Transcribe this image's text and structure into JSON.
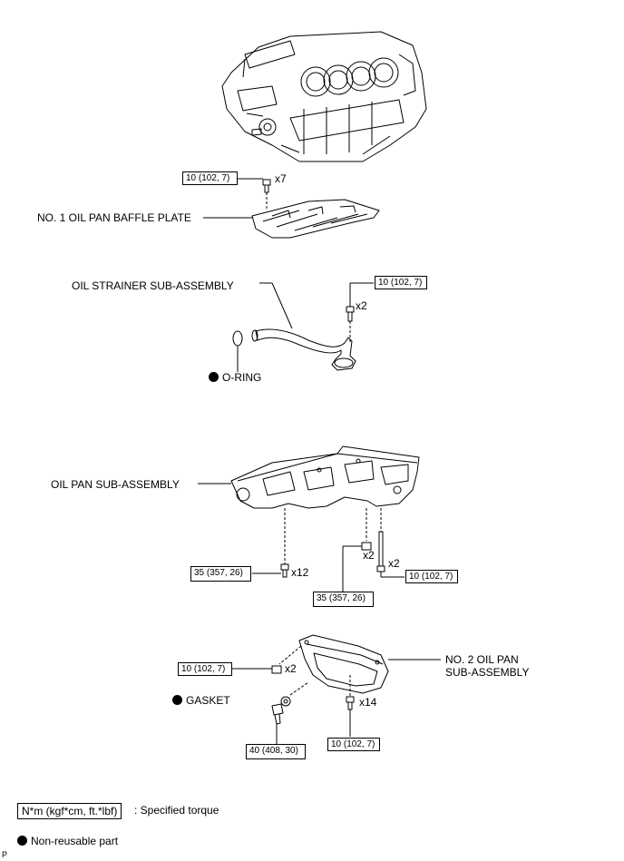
{
  "labels": {
    "baffle_plate": "NO. 1 OIL PAN BAFFLE PLATE",
    "oil_strainer": "OIL STRAINER SUB-ASSEMBLY",
    "o_ring": "O-RING",
    "oil_pan": "OIL PAN SUB-ASSEMBLY",
    "oil_pan_no2_line1": "NO. 2 OIL PAN",
    "oil_pan_no2_line2": "SUB-ASSEMBLY",
    "gasket": "GASKET"
  },
  "torques": {
    "baffle": "10 (102, 7)",
    "strainer": "10 (102, 7)",
    "pan_left": "35 (357, 26)",
    "pan_mid": "35 (357, 26)",
    "pan_right": "10 (102, 7)",
    "pan2_left": "10 (102, 7)",
    "drain_plug": "40 (408, 30)",
    "pan2_bottom": "10 (102, 7)"
  },
  "quantities": {
    "baffle": "x7",
    "strainer": "x2",
    "pan_left": "x12",
    "pan_mid": "x2",
    "pan_right": "x2",
    "pan2_left": "x2",
    "pan2_bottom": "x14"
  },
  "legend": {
    "torque_box": "N*m (kgf*cm, ft.*lbf)",
    "torque_desc": ": Specified torque",
    "nonreusable": "Non-reusable part"
  },
  "corner_mark": "P"
}
